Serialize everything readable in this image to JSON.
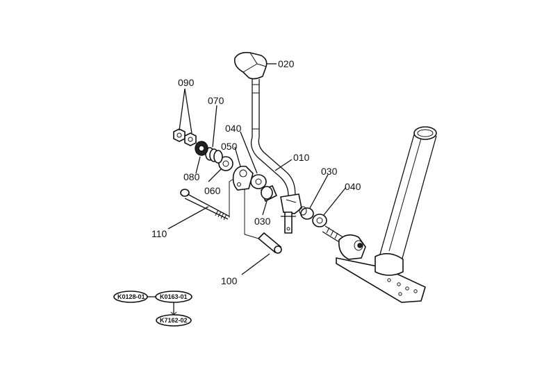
{
  "parts": [
    {
      "id": "010",
      "label": "010"
    },
    {
      "id": "020",
      "label": "020"
    },
    {
      "id": "030a",
      "label": "030"
    },
    {
      "id": "030b",
      "label": "030"
    },
    {
      "id": "040a",
      "label": "040"
    },
    {
      "id": "040b",
      "label": "040"
    },
    {
      "id": "050",
      "label": "050"
    },
    {
      "id": "060",
      "label": "060"
    },
    {
      "id": "070",
      "label": "070"
    },
    {
      "id": "080",
      "label": "080"
    },
    {
      "id": "090",
      "label": "090"
    },
    {
      "id": "100",
      "label": "100"
    },
    {
      "id": "110",
      "label": "110"
    }
  ],
  "reference_codes": [
    {
      "label": "K0128-01"
    },
    {
      "label": "K0163-01"
    },
    {
      "label": "K7162-02"
    }
  ]
}
